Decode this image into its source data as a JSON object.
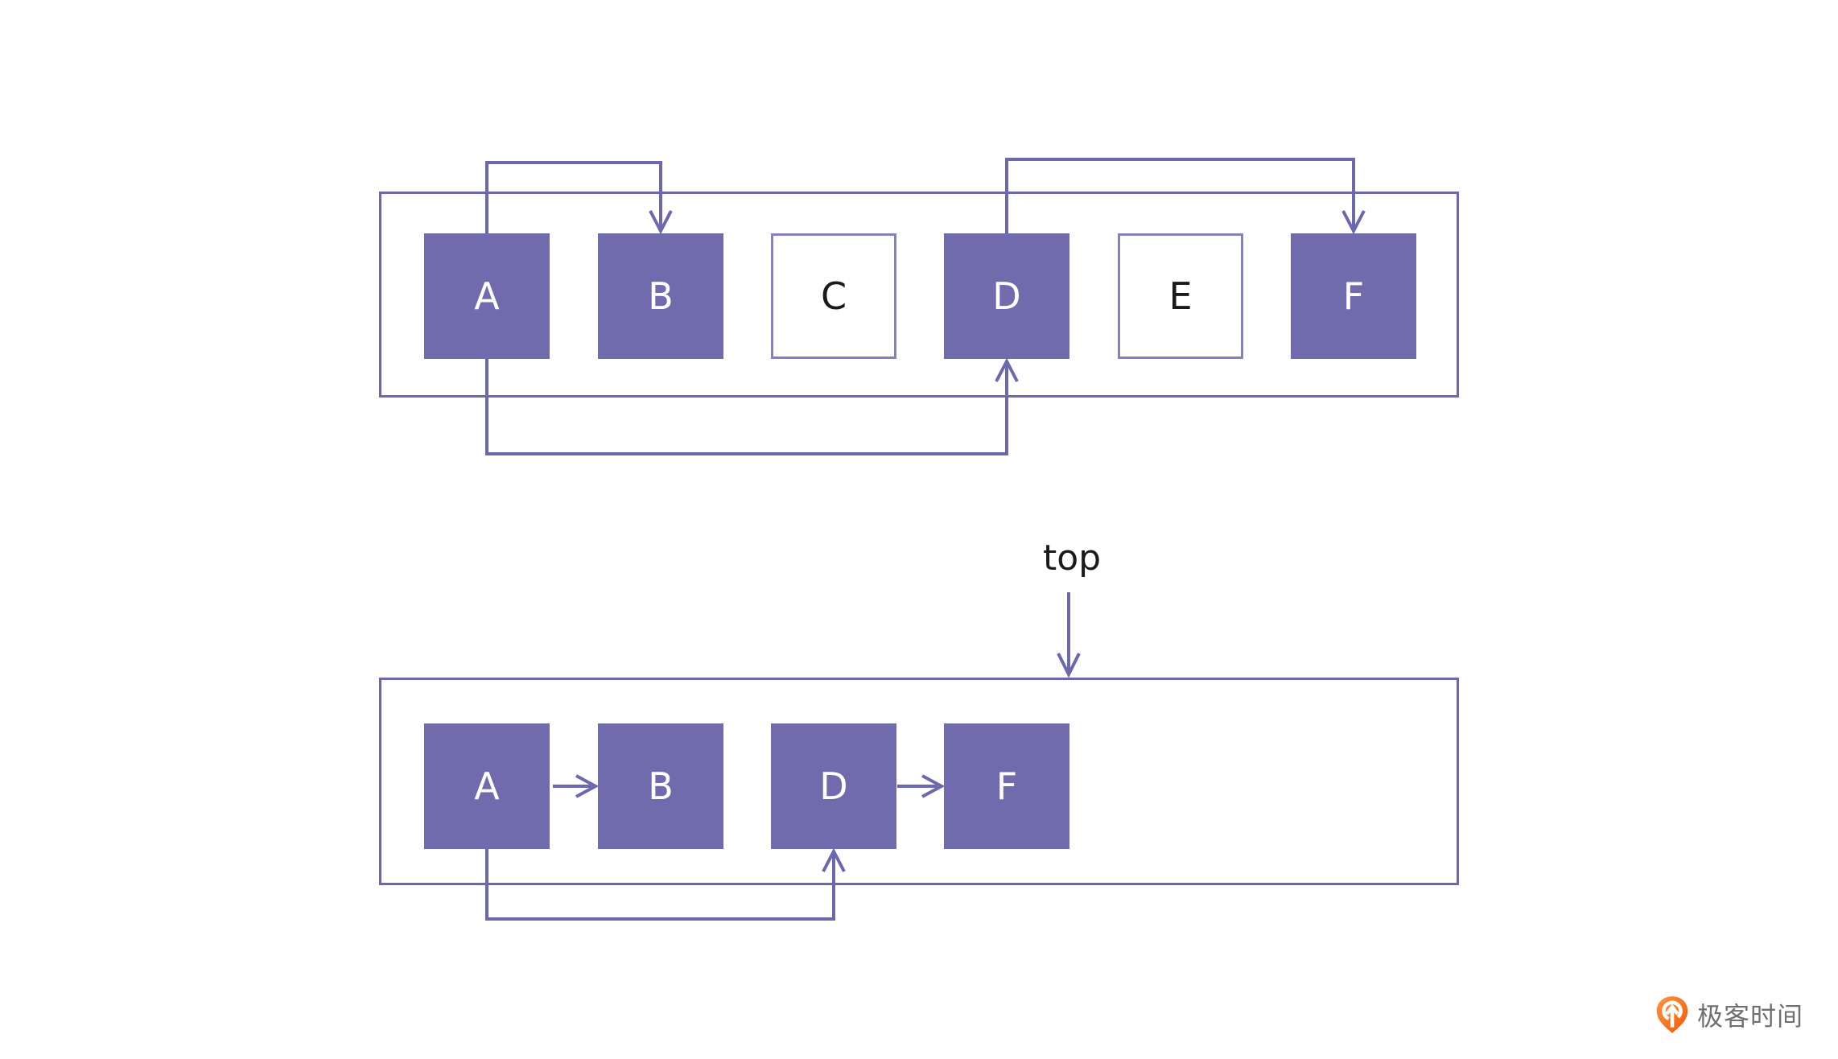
{
  "colors": {
    "purple_fill": "#6f6bad",
    "purple_line": "#6c68b0",
    "outline_box_border": "#8381c0",
    "text_dark": "#1a1a1a",
    "logo_orange": "#f7650f",
    "logo_text_gray": "#707070"
  },
  "diagram_before": {
    "cells": [
      {
        "label": "A",
        "filled": true
      },
      {
        "label": "B",
        "filled": true
      },
      {
        "label": "C",
        "filled": false
      },
      {
        "label": "D",
        "filled": true
      },
      {
        "label": "E",
        "filled": false
      },
      {
        "label": "F",
        "filled": true
      }
    ],
    "arrows": [
      {
        "from": "A",
        "to": "B",
        "route": "over-top"
      },
      {
        "from": "D",
        "to": "F",
        "route": "over-top"
      },
      {
        "from": "A",
        "to": "D",
        "route": "under-bottom"
      }
    ]
  },
  "diagram_after": {
    "pointer_label": "top",
    "cells": [
      {
        "label": "A",
        "filled": true
      },
      {
        "label": "B",
        "filled": true
      },
      {
        "label": "D",
        "filled": true
      },
      {
        "label": "F",
        "filled": true
      }
    ],
    "arrows": [
      {
        "from": "A",
        "to": "B",
        "route": "direct"
      },
      {
        "from": "D",
        "to": "F",
        "route": "direct"
      },
      {
        "from": "A",
        "to": "D",
        "route": "under-bottom"
      }
    ]
  },
  "footer": {
    "logo_text": "极客时间"
  }
}
